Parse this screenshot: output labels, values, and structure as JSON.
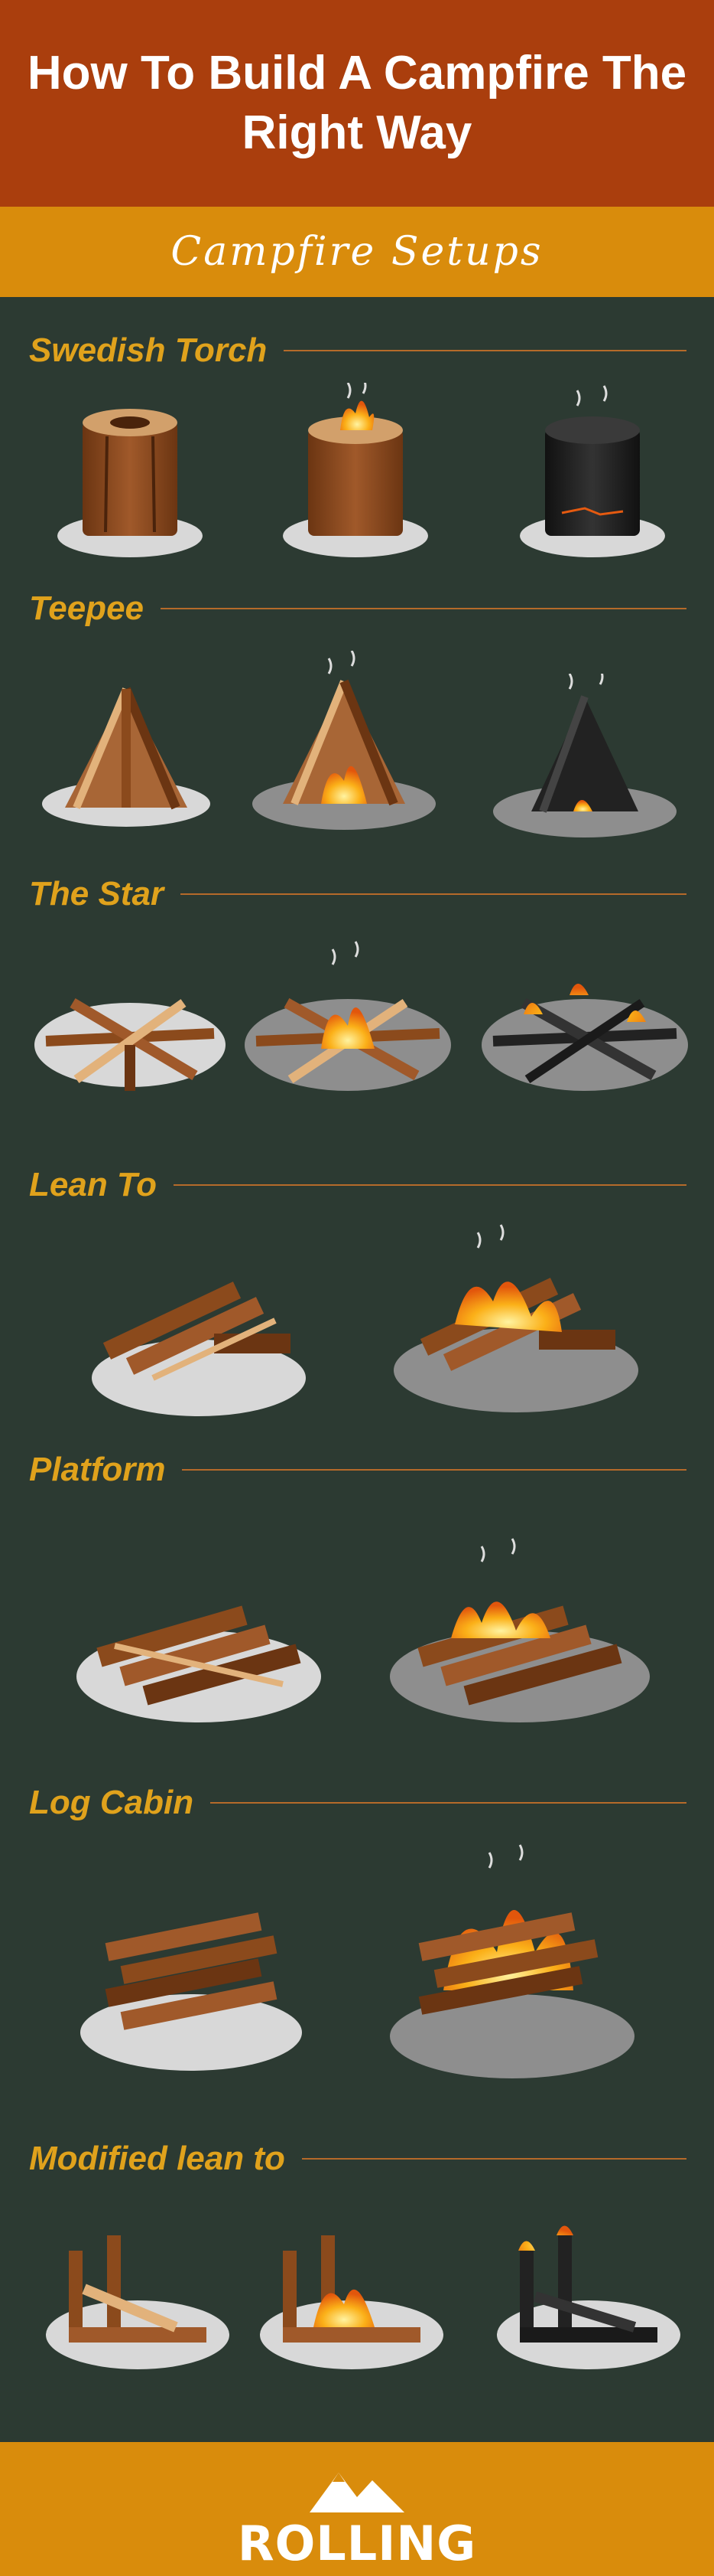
{
  "header": {
    "title": "How To Build A Campfire The Right Way"
  },
  "subheader": {
    "title": "Campfire Setups"
  },
  "sections": [
    {
      "label": "Swedish Torch"
    },
    {
      "label": "Teepee"
    },
    {
      "label": "The Star"
    },
    {
      "label": "Lean To"
    },
    {
      "label": "Platform"
    },
    {
      "label": "Log Cabin"
    },
    {
      "label": "Modified lean to"
    }
  ],
  "footer": {
    "brand": "ROLLING"
  },
  "colors": {
    "header_bg": "#aa3e0d",
    "subheader_bg": "#d98c0c",
    "page_bg": "#2c3a32",
    "label": "#e0a21c",
    "wood": "#8b4a1c",
    "wood_light": "#c98a4a",
    "stone": "#8e8e8e",
    "flame": "#f6a21a",
    "charcoal": "#1f1f1f"
  }
}
